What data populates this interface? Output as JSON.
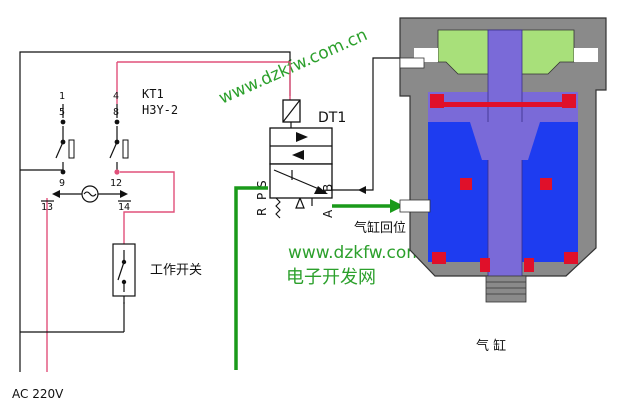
{
  "watermark_top": "www.dzkfw.com.cn",
  "watermark_mid": "www.dzkfw.com.cn",
  "watermark_cn": "电子开发网",
  "relay": {
    "name": "KT1",
    "model": "H3Y-2",
    "pins": {
      "p1": "1",
      "p5": "5",
      "p9": "9",
      "p4": "4",
      "p8": "8",
      "p12": "12",
      "p13": "13",
      "p14": "14"
    }
  },
  "valve": {
    "name": "DT1",
    "port_s": "S",
    "port_b": "B",
    "port_r": "R",
    "port_p": "P",
    "port_a": "A"
  },
  "labels": {
    "work_switch": "工作开关",
    "cylinder_return": "气缸回位",
    "cylinder": "气  缸",
    "power": "AC  220V"
  },
  "colors": {
    "air_line": "#1a9a1a",
    "control_wire": "#e0507a",
    "cylinder_blue": "#1e3cf0",
    "piston_purple": "#7a6ad8",
    "seal_red": "#e0102a",
    "chamber_green": "#a8e07a",
    "body_gray": "#8a8a8a"
  }
}
